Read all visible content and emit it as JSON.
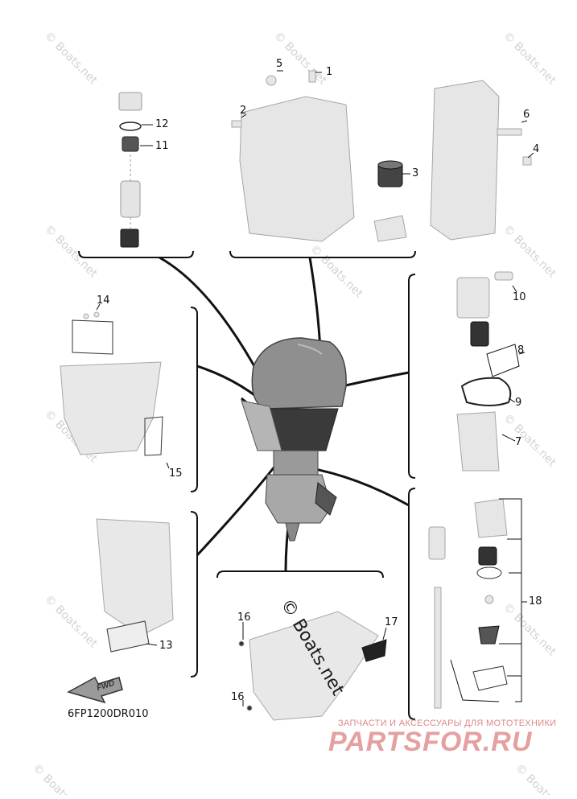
{
  "callouts": [
    {
      "id": "1",
      "label": "1"
    },
    {
      "id": "2",
      "label": "2"
    },
    {
      "id": "3",
      "label": "3"
    },
    {
      "id": "4",
      "label": "4"
    },
    {
      "id": "5",
      "label": "5"
    },
    {
      "id": "6",
      "label": "6"
    },
    {
      "id": "7",
      "label": "7"
    },
    {
      "id": "8",
      "label": "8"
    },
    {
      "id": "9",
      "label": "9"
    },
    {
      "id": "10",
      "label": "10"
    },
    {
      "id": "11",
      "label": "11"
    },
    {
      "id": "12",
      "label": "12"
    },
    {
      "id": "13",
      "label": "13"
    },
    {
      "id": "14",
      "label": "14"
    },
    {
      "id": "15",
      "label": "15"
    },
    {
      "id": "16a",
      "label": "16"
    },
    {
      "id": "16b",
      "label": "16"
    },
    {
      "id": "17",
      "label": "17"
    },
    {
      "id": "18",
      "label": "18"
    }
  ],
  "diagram_code": "6FP1200DR010",
  "fwd_label": "FWD",
  "watermark_small": "© Boats.net",
  "watermark_big": "© Boats.net",
  "shop_tagline": "ЗАПЧАСТИ И АКСЕССУАРЫ ДЛЯ МОТОТЕХНИКИ",
  "shop_logo": "PARTSFOR.RU",
  "colors": {
    "line": "#111111",
    "part_fill": "#e2e2e2",
    "part_stroke": "#9a9a9a",
    "engine": "#8d8d8d",
    "shop": "#e5a0a0"
  }
}
